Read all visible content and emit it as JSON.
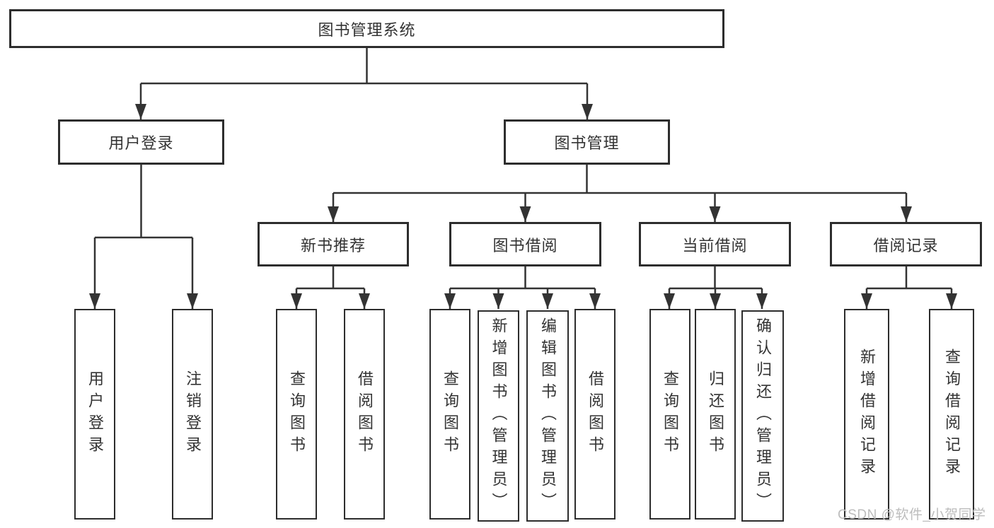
{
  "diagram_title": "图书管理系统",
  "nodes": {
    "root": {
      "label": "图书管理系统"
    },
    "l2_user_login": {
      "label": "用户登录"
    },
    "l2_book_mgmt": {
      "label": "图书管理"
    },
    "l3_new_book": {
      "label": "新书推荐"
    },
    "l3_book_borrow": {
      "label": "图书借阅"
    },
    "l3_current_borrow": {
      "label": "当前借阅"
    },
    "l3_borrow_record": {
      "label": "借阅记录"
    },
    "leaf_user_login": {
      "label": "用户登录"
    },
    "leaf_logout": {
      "label": "注销登录"
    },
    "leaf_query_book_a": {
      "label": "查询图书"
    },
    "leaf_borrow_book_a": {
      "label": "借阅图书"
    },
    "leaf_query_book_b": {
      "label": "查询图书"
    },
    "leaf_add_book": {
      "label": "新增图书（管理员）"
    },
    "leaf_edit_book": {
      "label": "编辑图书（管理员）"
    },
    "leaf_borrow_book_b": {
      "label": "借阅图书"
    },
    "leaf_query_book_c": {
      "label": "查询图书"
    },
    "leaf_return_book": {
      "label": "归还图书"
    },
    "leaf_confirm_return": {
      "label": "确认归还（管理员）"
    },
    "leaf_add_record": {
      "label": "新增借阅记录"
    },
    "leaf_query_record": {
      "label": "查询借阅记录"
    }
  },
  "hierarchy": {
    "图书管理系统": {
      "用户登录": [
        "用户登录",
        "注销登录"
      ],
      "图书管理": {
        "新书推荐": [
          "查询图书",
          "借阅图书"
        ],
        "图书借阅": [
          "查询图书",
          "新增图书（管理员）",
          "编辑图书（管理员）",
          "借阅图书"
        ],
        "当前借阅": [
          "查询图书",
          "归还图书",
          "确认归还（管理员）"
        ],
        "借阅记录": [
          "新增借阅记录",
          "查询借阅记录"
        ]
      }
    }
  },
  "watermark": {
    "text": "CSDN @软件_小贺同学"
  },
  "colors": {
    "background": "#ffffff",
    "line": "#333333",
    "box_border": "#2d2d2d",
    "text": "#333333",
    "watermark": "#bdbdbd"
  }
}
